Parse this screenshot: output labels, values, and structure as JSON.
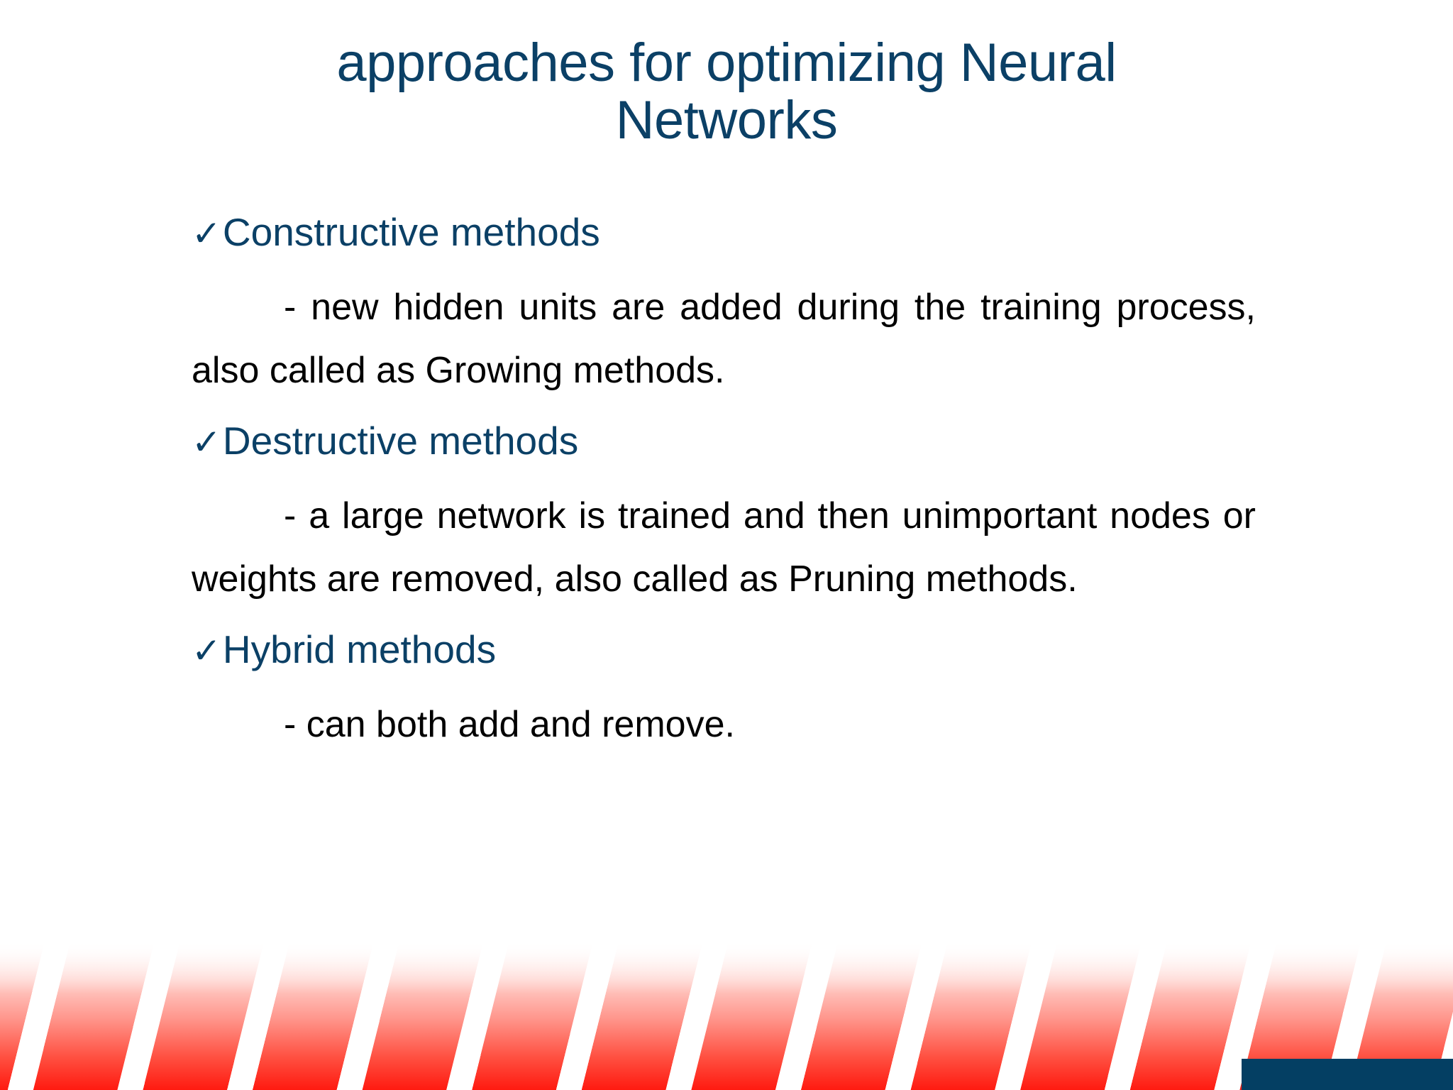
{
  "slide": {
    "title": "approaches for optimizing Neural Networks",
    "title_lines": [
      "approaches for optimizing Neural",
      "Networks"
    ],
    "colors": {
      "title": "#0b4066",
      "bullet": "#0b4066",
      "body": "#000000",
      "accent_red": "#ff1a10",
      "corner_block": "#043f63",
      "background": "#ffffff"
    },
    "bullets": [
      {
        "check": "✓",
        "label": "Constructive methods",
        "body_lines": [
          "- new hidden units are added during the training",
          "process, also called as Growing methods."
        ],
        "body_text": "- new hidden units are added during the training process, also called as Growing methods."
      },
      {
        "check": "✓",
        "label": "Destructive methods",
        "body_lines": [
          "- a large network is trained and then unimportant",
          "nodes or weights are removed, also called as Pruning",
          "methods."
        ],
        "body_text": "- a large network is trained and then unimportant nodes or weights are removed, also called as Pruning methods."
      },
      {
        "check": "✓",
        "label": "Hybrid methods",
        "body_lines": [
          "- can both add and remove."
        ],
        "body_text": "- can both add and remove."
      }
    ],
    "decoration": {
      "stripe_pattern": "diagonal-white-stripes",
      "band_description": "red gradient band with diagonal white stripes"
    }
  }
}
